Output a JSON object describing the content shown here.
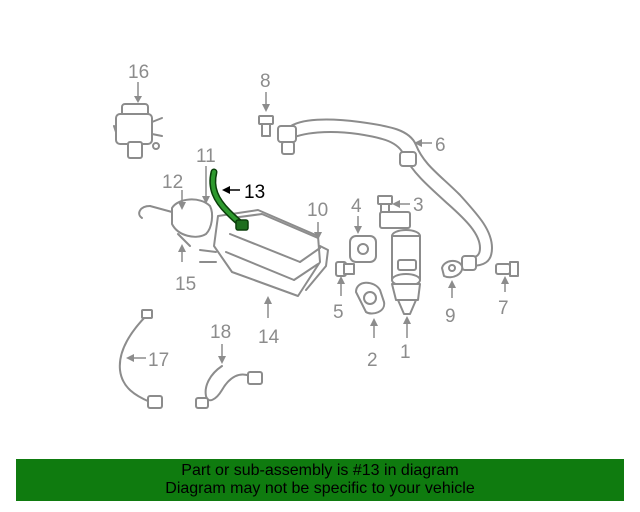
{
  "callouts": {
    "c1": "1",
    "c2": "2",
    "c3": "3",
    "c4": "4",
    "c5": "5",
    "c6": "6",
    "c7": "7",
    "c8": "8",
    "c9": "9",
    "c10": "10",
    "c11": "11",
    "c12": "12",
    "c13": "13",
    "c14": "14",
    "c15": "15",
    "c16": "16",
    "c17": "17",
    "c18": "18"
  },
  "highlight_part": "13",
  "colors": {
    "line": "#8c8c8c",
    "highlight": "#0f6e0f",
    "banner": "#0f7b0f"
  },
  "banner": {
    "line1": "Part or sub-assembly is #13 in diagram",
    "line2": "Diagram may not be specific to your vehicle"
  }
}
